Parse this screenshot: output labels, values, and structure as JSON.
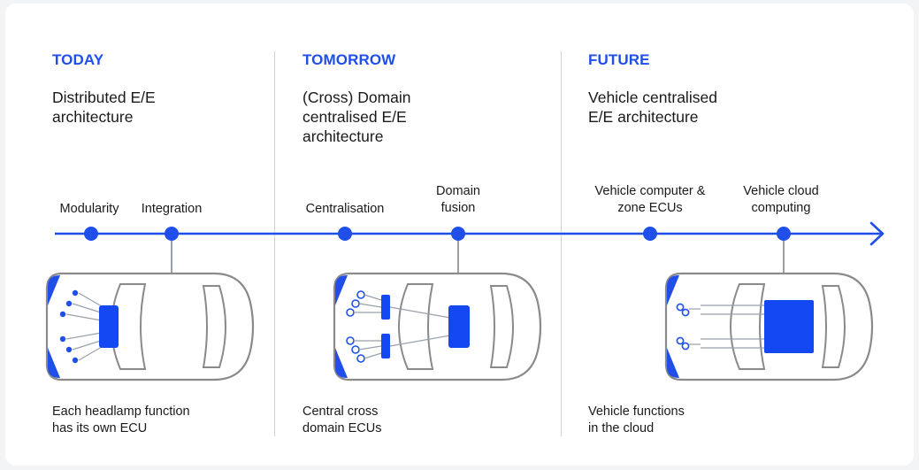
{
  "stages": [
    {
      "label": "TODAY",
      "heading": [
        "Distributed E/E",
        "architecture"
      ],
      "milestones": [
        {
          "label": [
            "Modularity"
          ]
        },
        {
          "label": [
            "Integration"
          ]
        }
      ],
      "caption": [
        "Each headlamp function",
        "has its own ECU"
      ]
    },
    {
      "label": "TOMORROW",
      "heading": [
        "(Cross) Domain",
        "centralised E/E",
        "architecture"
      ],
      "milestones": [
        {
          "label": [
            "Centralisation"
          ]
        },
        {
          "label": [
            "Domain",
            "fusion"
          ]
        }
      ],
      "caption": [
        "Central cross",
        "domain ECUs"
      ]
    },
    {
      "label": "FUTURE",
      "heading": [
        "Vehicle centralised",
        "E/E architecture"
      ],
      "milestones": [
        {
          "label": [
            "Vehicle computer &",
            "zone ECUs"
          ]
        },
        {
          "label": [
            "Vehicle cloud",
            "computing"
          ]
        }
      ],
      "caption": [
        "Vehicle functions",
        "in the cloud"
      ]
    }
  ],
  "colors": {
    "accent": "#1f4fe8",
    "ecu_fill": "#1448f2",
    "car_outline": "#8a8a8a",
    "connector": "#9aa0aa",
    "divider": "#d2d2d2"
  },
  "icons": {
    "timeline_arrow": "arrow-right-icon",
    "vehicle": "car-top-view-icon"
  }
}
